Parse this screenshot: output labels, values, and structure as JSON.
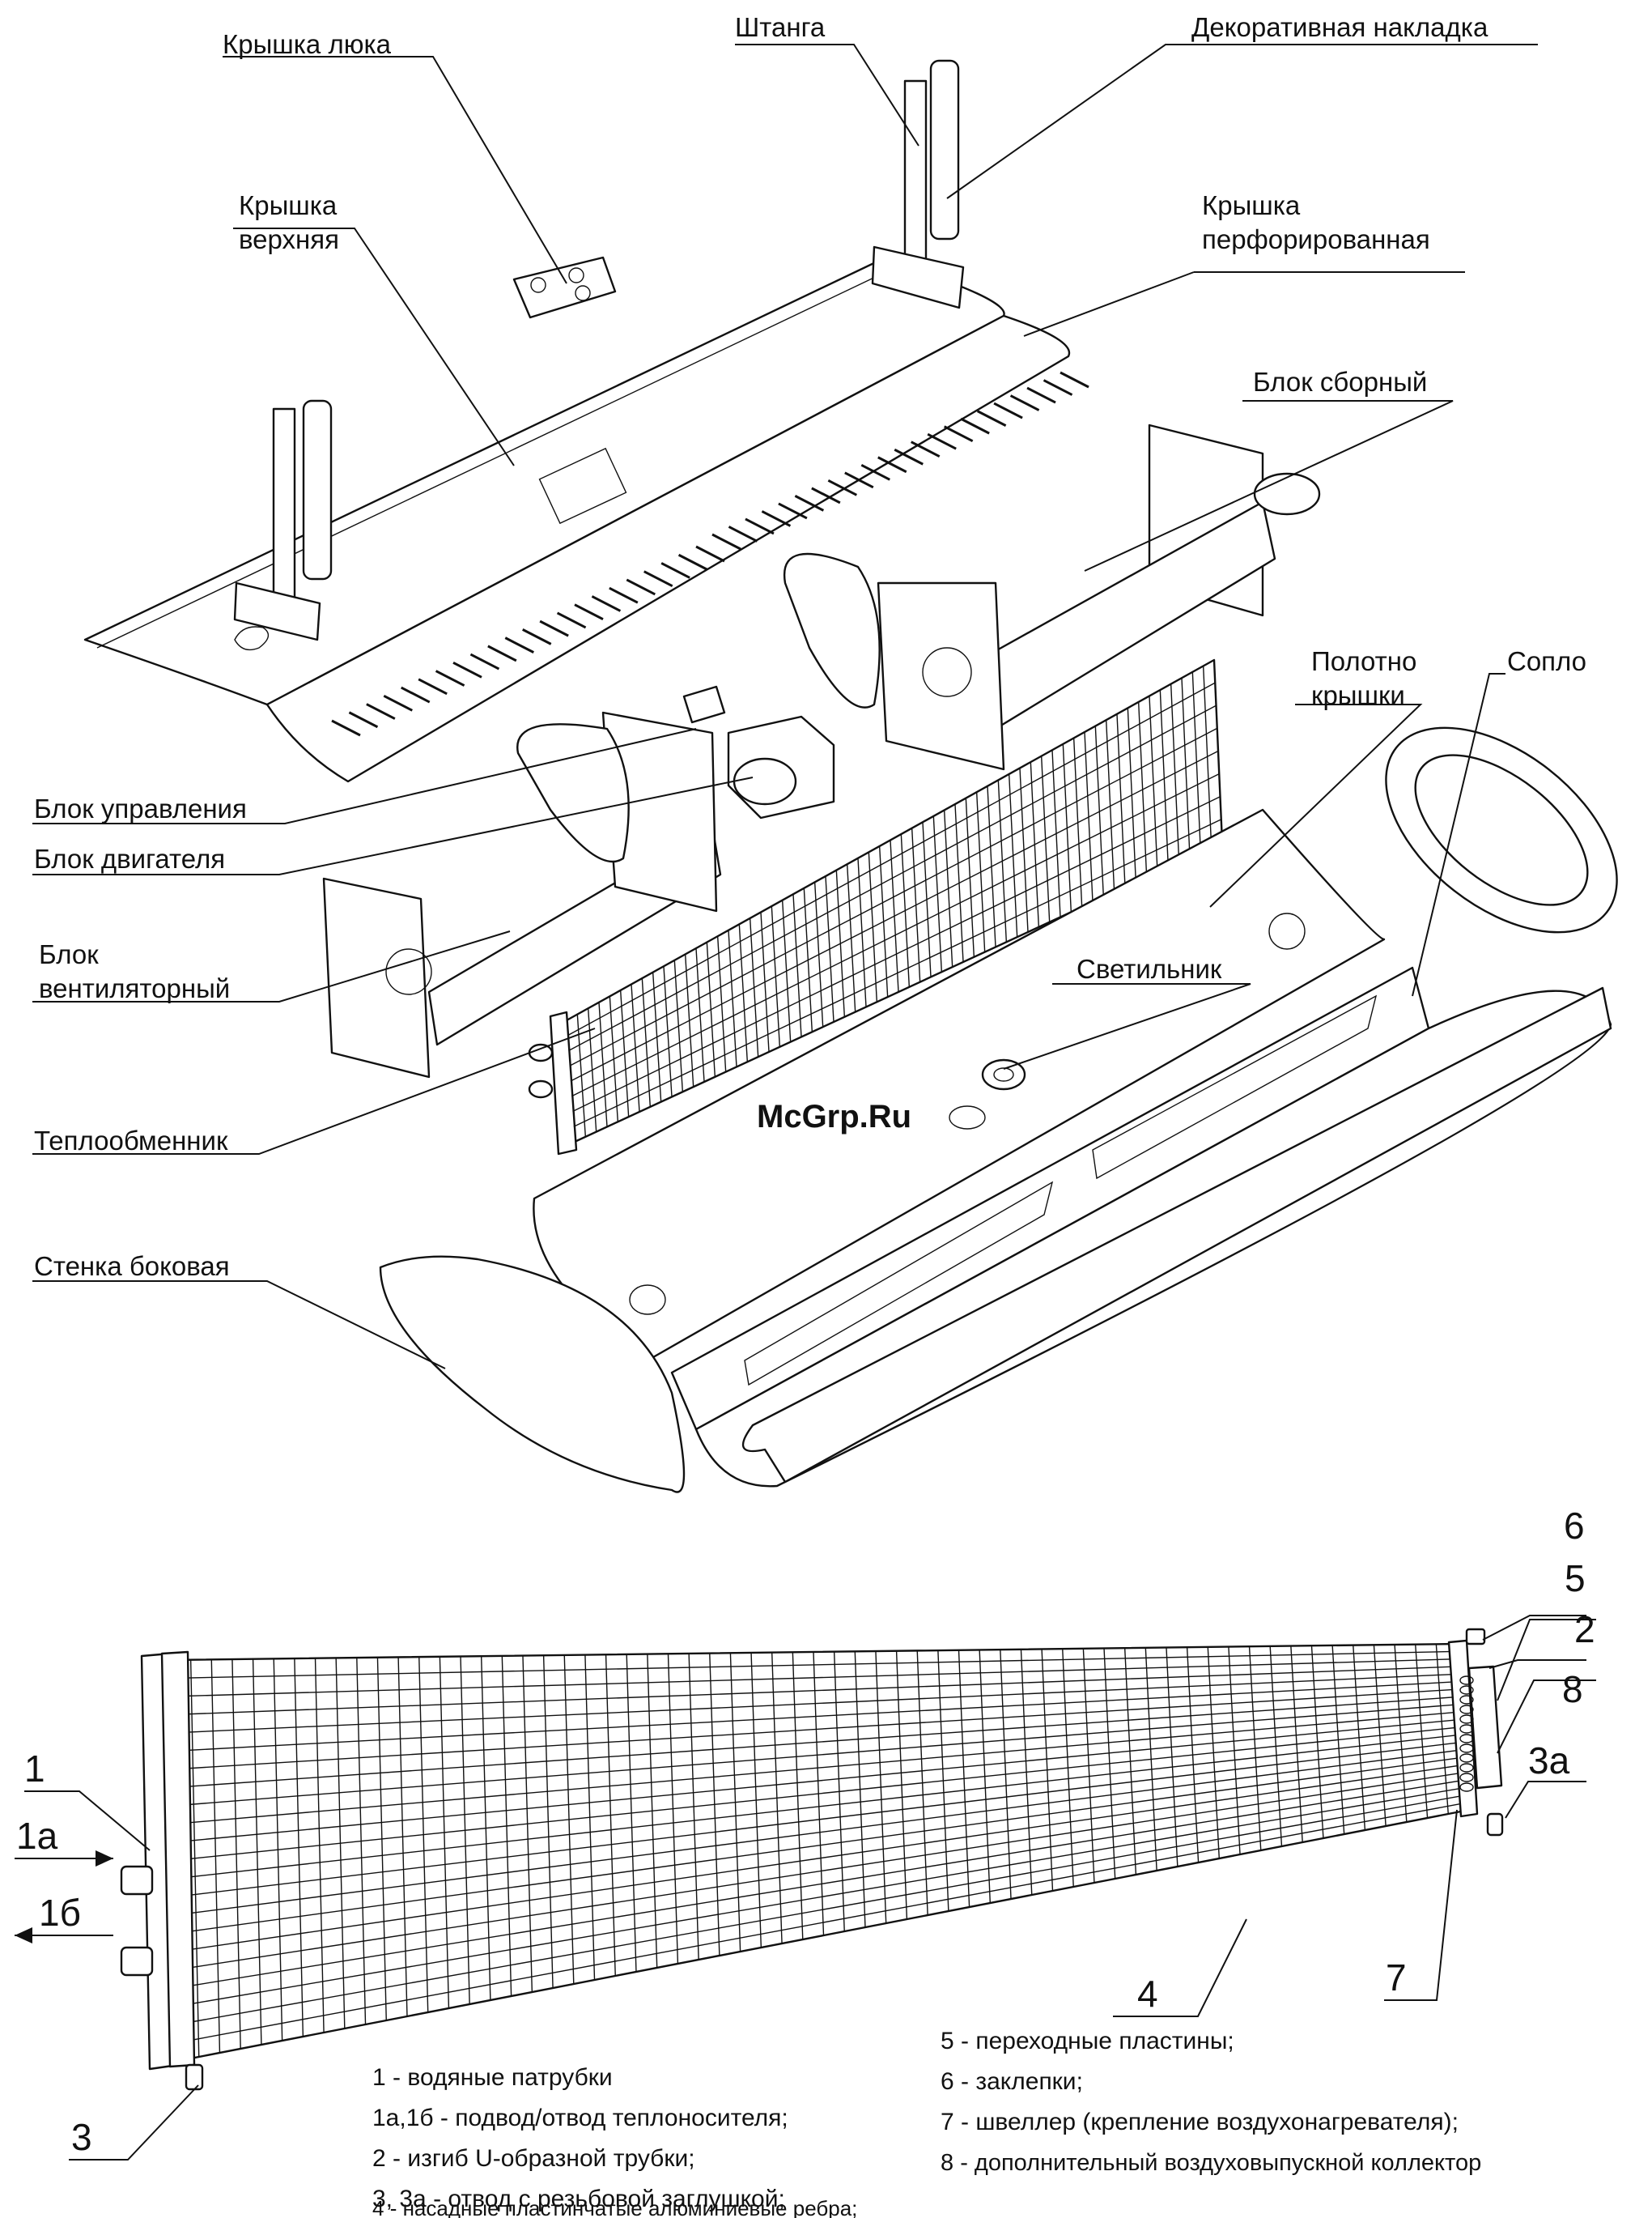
{
  "top_labels": [
    {
      "id": "hatch-cover",
      "text": "Крышка люка"
    },
    {
      "id": "rod",
      "text": "Штанга"
    },
    {
      "id": "decorative-trim",
      "text": "Декоративная накладка"
    },
    {
      "id": "top-cover",
      "lines": [
        "Крышка",
        "верхняя"
      ]
    },
    {
      "id": "perforated-cover",
      "lines": [
        "Крышка",
        "перфорированная"
      ]
    },
    {
      "id": "assembly-block",
      "text": "Блок сборный"
    },
    {
      "id": "cover-sheet",
      "lines": [
        "Полотно",
        "крышки"
      ]
    },
    {
      "id": "nozzle",
      "text": "Сопло"
    },
    {
      "id": "control-unit",
      "text": "Блок управления"
    },
    {
      "id": "motor-unit",
      "text": "Блок двигателя"
    },
    {
      "id": "fan-unit",
      "lines": [
        "Блок",
        "вентиляторный"
      ]
    },
    {
      "id": "lamp",
      "text": "Светильник"
    },
    {
      "id": "heat-exchanger",
      "text": "Теплообменник"
    },
    {
      "id": "side-wall",
      "text": "Стенка боковая"
    }
  ],
  "watermark": "McGrp.Ru",
  "callouts": [
    "1",
    "1а",
    "1б",
    "3",
    "4",
    "7",
    "3а",
    "8",
    "2",
    "5",
    "6"
  ],
  "legend_left": [
    {
      "key": "1",
      "text": " - водяные патрубки"
    },
    {
      "key": "1а,1б",
      "text": " - подвод/отвод теплоносителя;"
    },
    {
      "key": "2",
      "text": " - изгиб U-образной трубки;"
    },
    {
      "key": "3, 3а",
      "text": " - отвод с резьбовой заглушкой;"
    },
    {
      "key": "4",
      "text": " - насадные пластинчатые алюминиевые ребра;"
    }
  ],
  "legend_right": [
    {
      "key": "5",
      "text": " - переходные пластины;"
    },
    {
      "key": "6",
      "text": " - заклепки;"
    },
    {
      "key": "7",
      "text": " - швеллер (крепление  воздухонагревателя);"
    },
    {
      "key": "8",
      "text": " - дополнительный воздуховыпускной коллектор"
    }
  ]
}
